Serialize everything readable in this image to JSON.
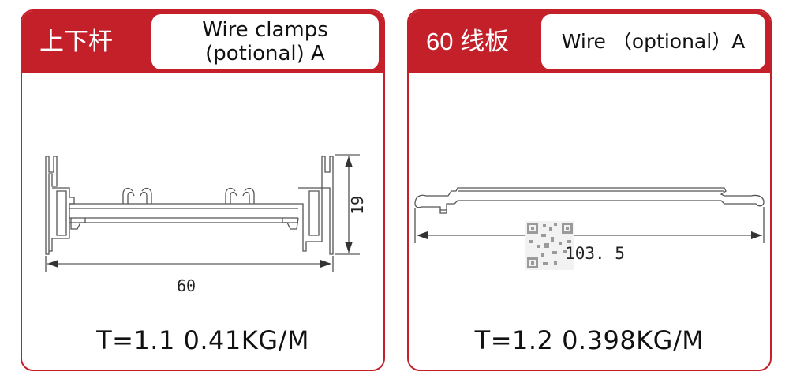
{
  "left_card": {
    "cn_label": "上下杆",
    "tag": "Wire clamps\n(potional) A",
    "dim_width": "60",
    "dim_height": "19",
    "spec": "T=1.1   0.41KG/M"
  },
  "right_card": {
    "cn_label": "60 线板",
    "tag": "Wire （optional）A",
    "dim_width": "103. 5",
    "spec": "T=1.2   0.398KG/M"
  },
  "colors": {
    "accent": "#c4202a",
    "line": "#555555"
  }
}
